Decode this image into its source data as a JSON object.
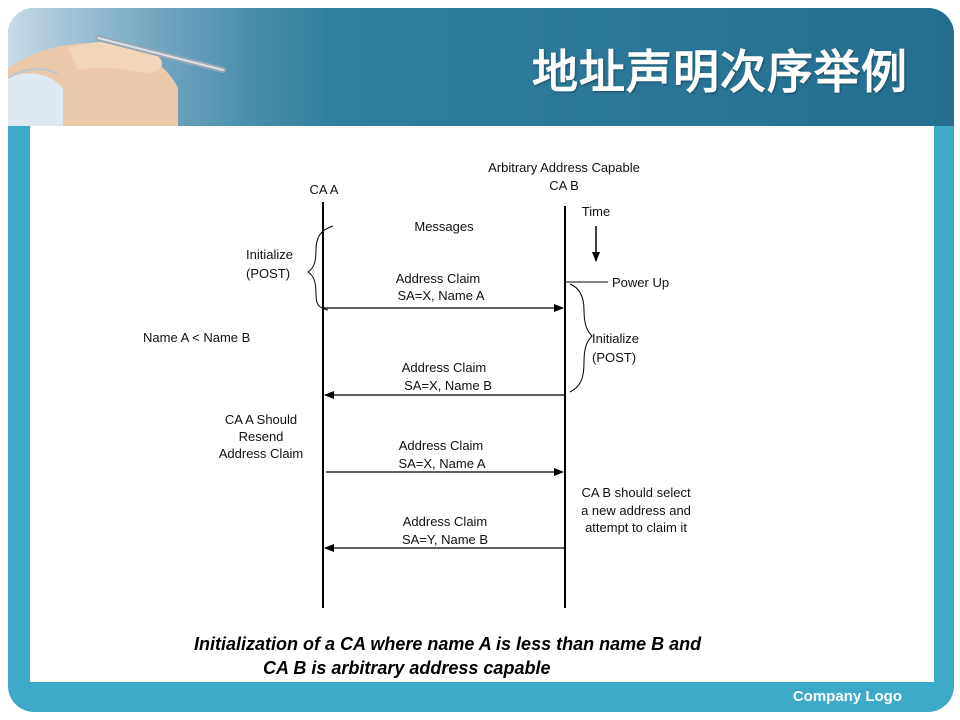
{
  "slide": {
    "title": "地址声明次序举例",
    "company_logo": "Company Logo",
    "header_icon": "hand-with-pen-image"
  },
  "diagram": {
    "ca_a_label": "CA A",
    "ca_b_label_line1": "Arbitrary Address Capable",
    "ca_b_label_line2": "CA B",
    "messages_label": "Messages",
    "time_label": "Time",
    "power_up_label": "Power Up",
    "initialize_a_line1": "Initialize",
    "initialize_a_line2": "(POST)",
    "initialize_b_line1": "Initialize",
    "initialize_b_line2": "(POST)",
    "name_compare": "Name A < Name B",
    "ca_a_resend_line1": "CA A Should",
    "ca_a_resend_line2": "Resend",
    "ca_a_resend_line3": "Address Claim",
    "ca_b_select_line1": "CA B should select",
    "ca_b_select_line2": "a new address and",
    "ca_b_select_line3": "attempt to claim it",
    "messages": [
      {
        "line1": "Address Claim",
        "line2": "SA=X, Name A",
        "direction": "A-to-B"
      },
      {
        "line1": "Address Claim",
        "line2": "SA=X, Name B",
        "direction": "B-to-A"
      },
      {
        "line1": "Address Claim",
        "line2": "SA=X, Name A",
        "direction": "A-to-B"
      },
      {
        "line1": "Address Claim",
        "line2": "SA=Y, Name B",
        "direction": "B-to-A"
      }
    ],
    "caption_line1": "Initialization of a CA where name A is less than name B and",
    "caption_line2": "CA B is arbitrary address capable"
  },
  "colors": {
    "frame_teal": "#3fa9c9",
    "header_dark": "#246f91",
    "line_black": "#000000"
  }
}
